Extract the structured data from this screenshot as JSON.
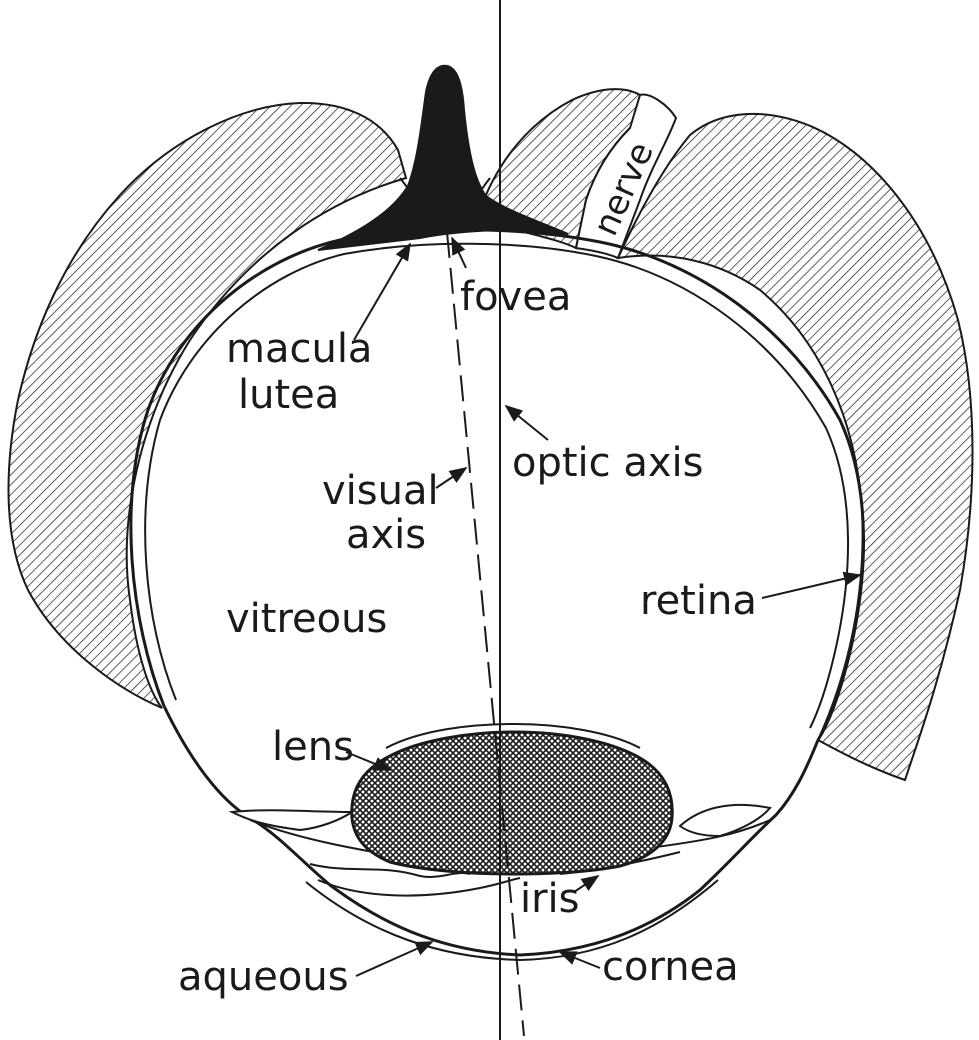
{
  "diagram": {
    "labels": {
      "nerve": "nerve",
      "fovea": "fovea",
      "macula_line1": "macula",
      "macula_line2": "lutea",
      "optic_axis": "optic axis",
      "visual_axis_line1": "visual",
      "visual_axis_line2": "axis",
      "vitreous": "vitreous",
      "retina": "retina",
      "lens": "lens",
      "iris": "iris",
      "aqueous": "aqueous",
      "cornea": "cornea"
    },
    "colors": {
      "ink": "#1a1a1a",
      "paper": "#ffffff"
    }
  }
}
